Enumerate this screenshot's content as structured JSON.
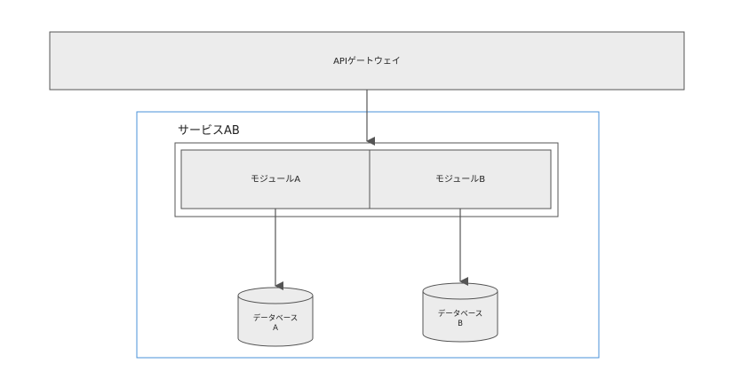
{
  "gateway": {
    "label": "APIゲートウェイ"
  },
  "service": {
    "title": "サービスAB"
  },
  "modules": [
    {
      "label": "モジュールA"
    },
    {
      "label": "モジュールB"
    }
  ],
  "databases": [
    {
      "line1": "データベース",
      "line2": "A"
    },
    {
      "line1": "データベース",
      "line2": "B"
    }
  ],
  "colors": {
    "service_border": "#4a90d9",
    "box_fill": "#ececec",
    "stroke": "#555555"
  }
}
